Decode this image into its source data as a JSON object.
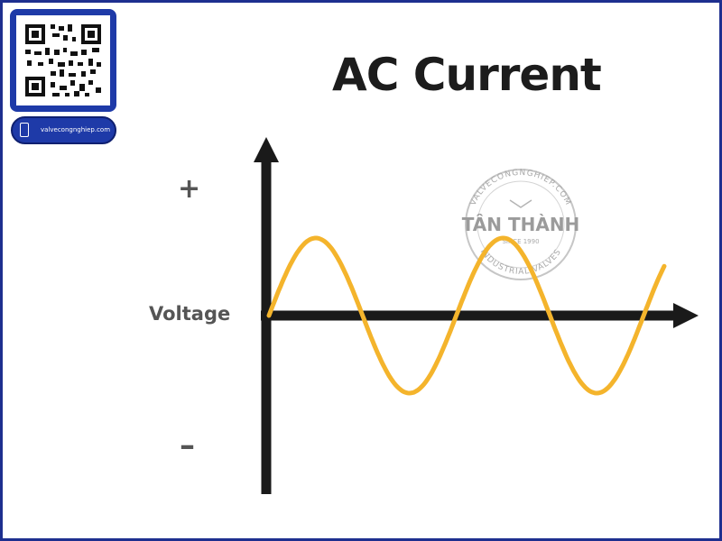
{
  "title": "AC Current",
  "labels": {
    "plus": "+",
    "voltage": "Voltage",
    "minus": "–"
  },
  "logo": {
    "url": "valvecongnghiep.com",
    "seal_top_text": "VALVECONGNGHIEP.COM",
    "seal_brand": "TÂN THÀNH",
    "seal_since": "SINCE 1990",
    "seal_bottom_text": "INDUSTRIAL VALVES"
  },
  "colors": {
    "wave": "#f4b42c",
    "axis": "#1a1a1a",
    "frame": "#1e2f8f",
    "label": "#555555",
    "brand": "#1e3aa8"
  },
  "icons": [
    "qr-code-icon",
    "phone-icon",
    "y-axis-arrowhead-icon",
    "x-axis-arrowhead-icon"
  ],
  "chart_data": {
    "type": "line",
    "waveform": "sine",
    "cycles_shown": 2,
    "x_axis_arrow": true,
    "y_axis_arrow": true
  }
}
